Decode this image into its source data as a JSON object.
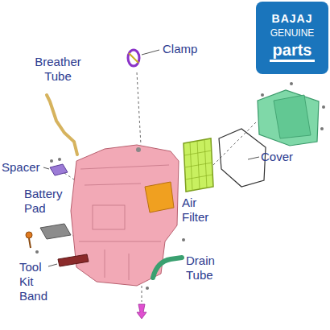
{
  "diagram": {
    "nodes": [
      {
        "text": [
          "BAJAJ",
          "GENUINE",
          "parts"
        ]
      }
    ],
    "labels": [
      "Clamp",
      "Breather Tube",
      "Spacer",
      "Battery Pad",
      "Tool Kit Band",
      "Air Filter",
      "Drain Tube",
      "Cover"
    ]
  }
}
